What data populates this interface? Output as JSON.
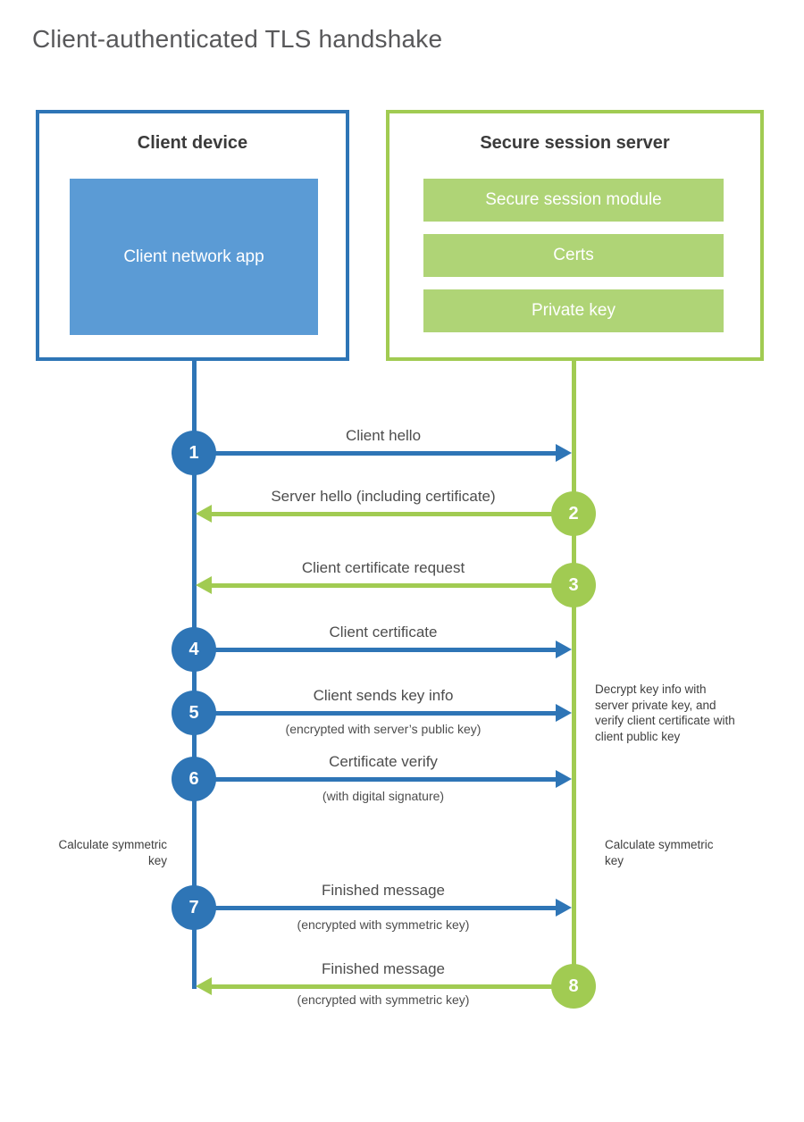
{
  "title": "Client-authenticated TLS handshake",
  "colors": {
    "blue": "#2E75B6",
    "blue_light": "#5B9BD5",
    "green": "#A1CB52",
    "green_light": "#AFD476"
  },
  "client_box": {
    "title": "Client device",
    "app_label": "Client network app"
  },
  "server_box": {
    "title": "Secure session server",
    "modules": [
      {
        "label": "Secure session module"
      },
      {
        "label": "Certs"
      },
      {
        "label": "Private key"
      }
    ]
  },
  "steps": [
    {
      "num": "1",
      "label": "Client hello",
      "direction": "right",
      "actor": "client"
    },
    {
      "num": "2",
      "label": "Server hello (including certificate)",
      "direction": "left",
      "actor": "server"
    },
    {
      "num": "3",
      "label": "Client certificate request",
      "direction": "left",
      "actor": "server"
    },
    {
      "num": "4",
      "label": "Client certificate",
      "direction": "right",
      "actor": "client"
    },
    {
      "num": "5",
      "label": "Client sends key info",
      "sublabel": "(encrypted with server’s public key)",
      "direction": "right",
      "actor": "client"
    },
    {
      "num": "6",
      "label": "Certificate verify",
      "sublabel": "(with digital signature)",
      "direction": "right",
      "actor": "client"
    },
    {
      "num": "7",
      "label": "Finished message",
      "sublabel": "(encrypted with symmetric key)",
      "direction": "right",
      "actor": "client"
    },
    {
      "num": "8",
      "label": "Finished message",
      "sublabel": "(encrypted with symmetric key)",
      "direction": "left",
      "actor": "server"
    }
  ],
  "annotations": {
    "server_note": "Decrypt key info with server private key, and verify client certificate with client public key",
    "client_calc": "Calculate symmetric key",
    "server_calc": "Calculate symmetric key"
  }
}
